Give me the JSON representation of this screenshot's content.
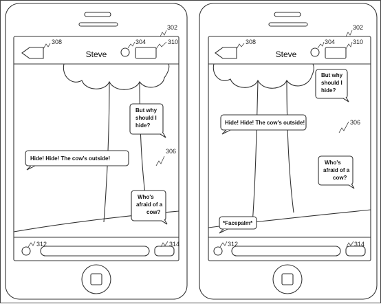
{
  "panels": [
    {
      "contact_name": "Steve",
      "refs": {
        "device": "302",
        "back": "308",
        "avatar": "304",
        "box": "310",
        "scene": "306",
        "left_button": "312",
        "right_button": "314"
      },
      "bubbles": {
        "b1": [
          "But why",
          "should I",
          "hide?"
        ],
        "b2": [
          "Hide!  Hide!  The cow's outside!"
        ],
        "b3": [
          "Who's",
          "afraid of a",
          "cow?"
        ]
      }
    },
    {
      "contact_name": "Steve",
      "refs": {
        "device": "302",
        "back": "308",
        "avatar": "304",
        "box": "310",
        "scene": "306",
        "left_button": "312",
        "right_button": "314"
      },
      "bubbles": {
        "b1": [
          "But why",
          "should I",
          "hide?"
        ],
        "b2": [
          "Hide!  Hide!  The cow's outside!"
        ],
        "b3": [
          "Who's",
          "afraid of a",
          "cow?"
        ],
        "b4": [
          "*Facepalm*"
        ]
      }
    }
  ]
}
